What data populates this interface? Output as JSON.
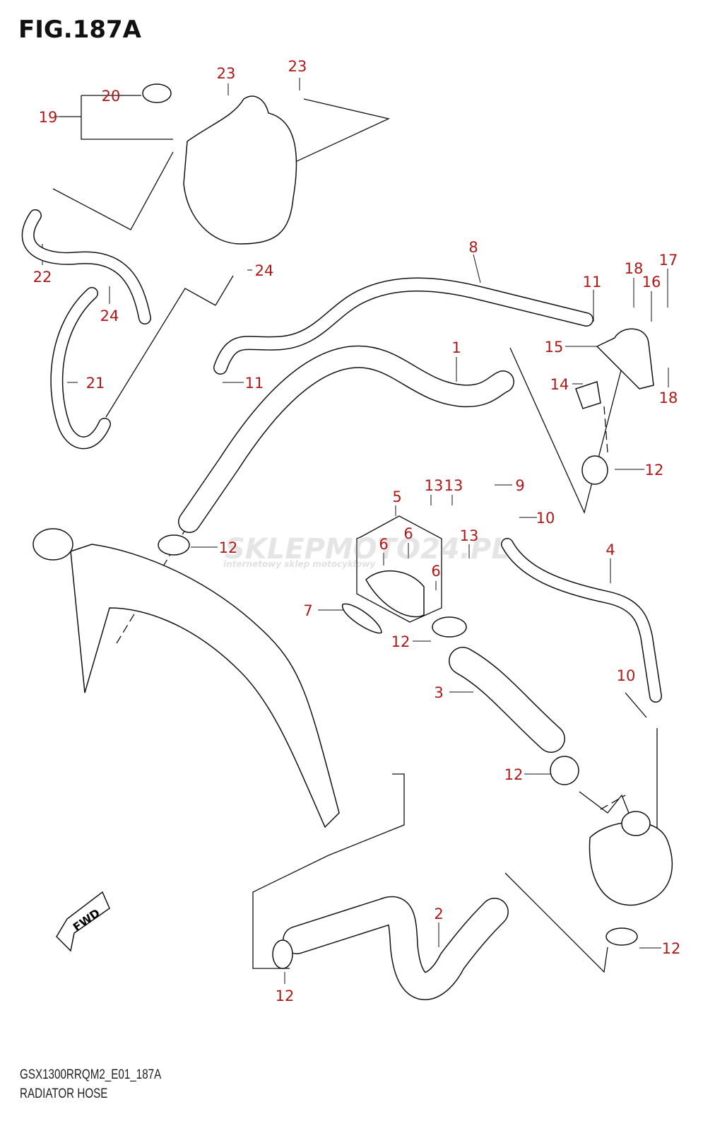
{
  "title": "FIG.187A",
  "footer": {
    "code": "GSX1300RRQM2_E01_187A",
    "name": "RADIATOR HOSE"
  },
  "watermark": {
    "brand": "SKLEPMOTO24.PL",
    "tagline": "internetowy sklep motocyklowy"
  },
  "fwd_label": "FWD",
  "colors": {
    "label": "#b01818",
    "line": "#111111"
  },
  "part_labels": [
    "20",
    "19",
    "23",
    "23",
    "22",
    "24",
    "24",
    "21",
    "8",
    "11",
    "18",
    "17",
    "16",
    "15",
    "1",
    "11",
    "14",
    "18",
    "12",
    "13",
    "13",
    "9",
    "5",
    "10",
    "13",
    "12",
    "6",
    "6",
    "6",
    "4",
    "7",
    "12",
    "10",
    "3",
    "12",
    "2",
    "12",
    "12"
  ]
}
